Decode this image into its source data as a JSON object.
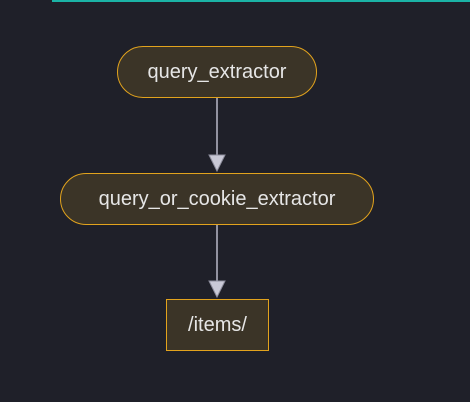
{
  "diagram": {
    "type": "flowchart",
    "colors": {
      "background": "#1f2029",
      "node_fill": "#3b3427",
      "node_border": "#e2a31d",
      "text": "#e6e6e6",
      "edge": "#b9b9c9",
      "accent": "#1bb3a6"
    },
    "nodes": [
      {
        "id": "query_extractor",
        "label": "query_extractor",
        "shape": "rounded"
      },
      {
        "id": "query_or_cookie_extractor",
        "label": "query_or_cookie_extractor",
        "shape": "rounded"
      },
      {
        "id": "items",
        "label": "/items/",
        "shape": "rectangle"
      }
    ],
    "edges": [
      {
        "from": "query_extractor",
        "to": "query_or_cookie_extractor"
      },
      {
        "from": "query_or_cookie_extractor",
        "to": "items"
      }
    ]
  }
}
